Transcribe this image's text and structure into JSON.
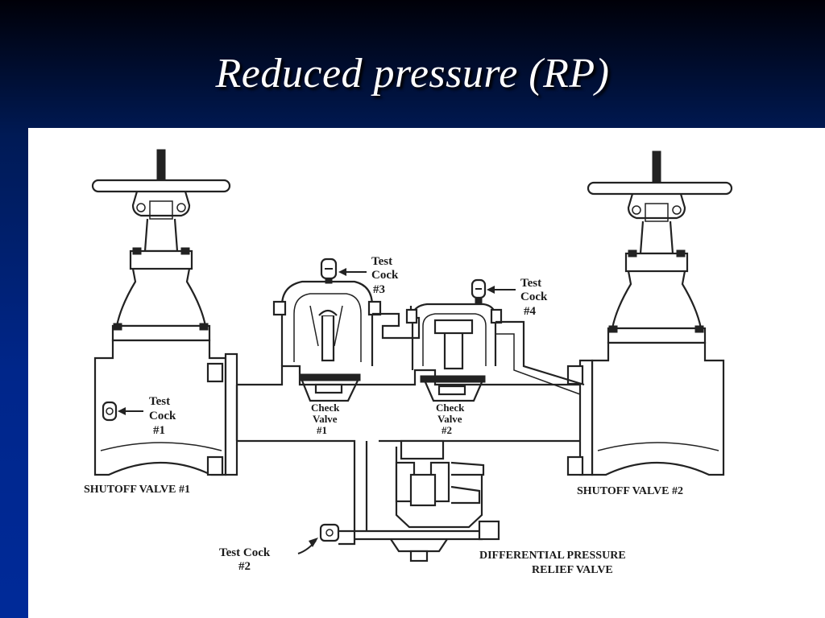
{
  "slide": {
    "title": "Reduced pressure (RP)"
  },
  "labels": {
    "test_cock_1": [
      "Test",
      "Cock",
      "#1"
    ],
    "test_cock_2": [
      "Test Cock",
      "#2"
    ],
    "test_cock_3": [
      "Test",
      "Cock",
      "#3"
    ],
    "test_cock_4": [
      "Test",
      "Cock",
      "#4"
    ],
    "check_valve_1": [
      "Check",
      "Valve",
      "#1"
    ],
    "check_valve_2": [
      "Check",
      "Valve",
      "#2"
    ],
    "shutoff_valve_1": "SHUTOFF VALVE #1",
    "shutoff_valve_2": "SHUTOFF VALVE #2",
    "relief_valve": [
      "DIFFERENTIAL PRESSURE",
      "RELIEF VALVE"
    ]
  }
}
